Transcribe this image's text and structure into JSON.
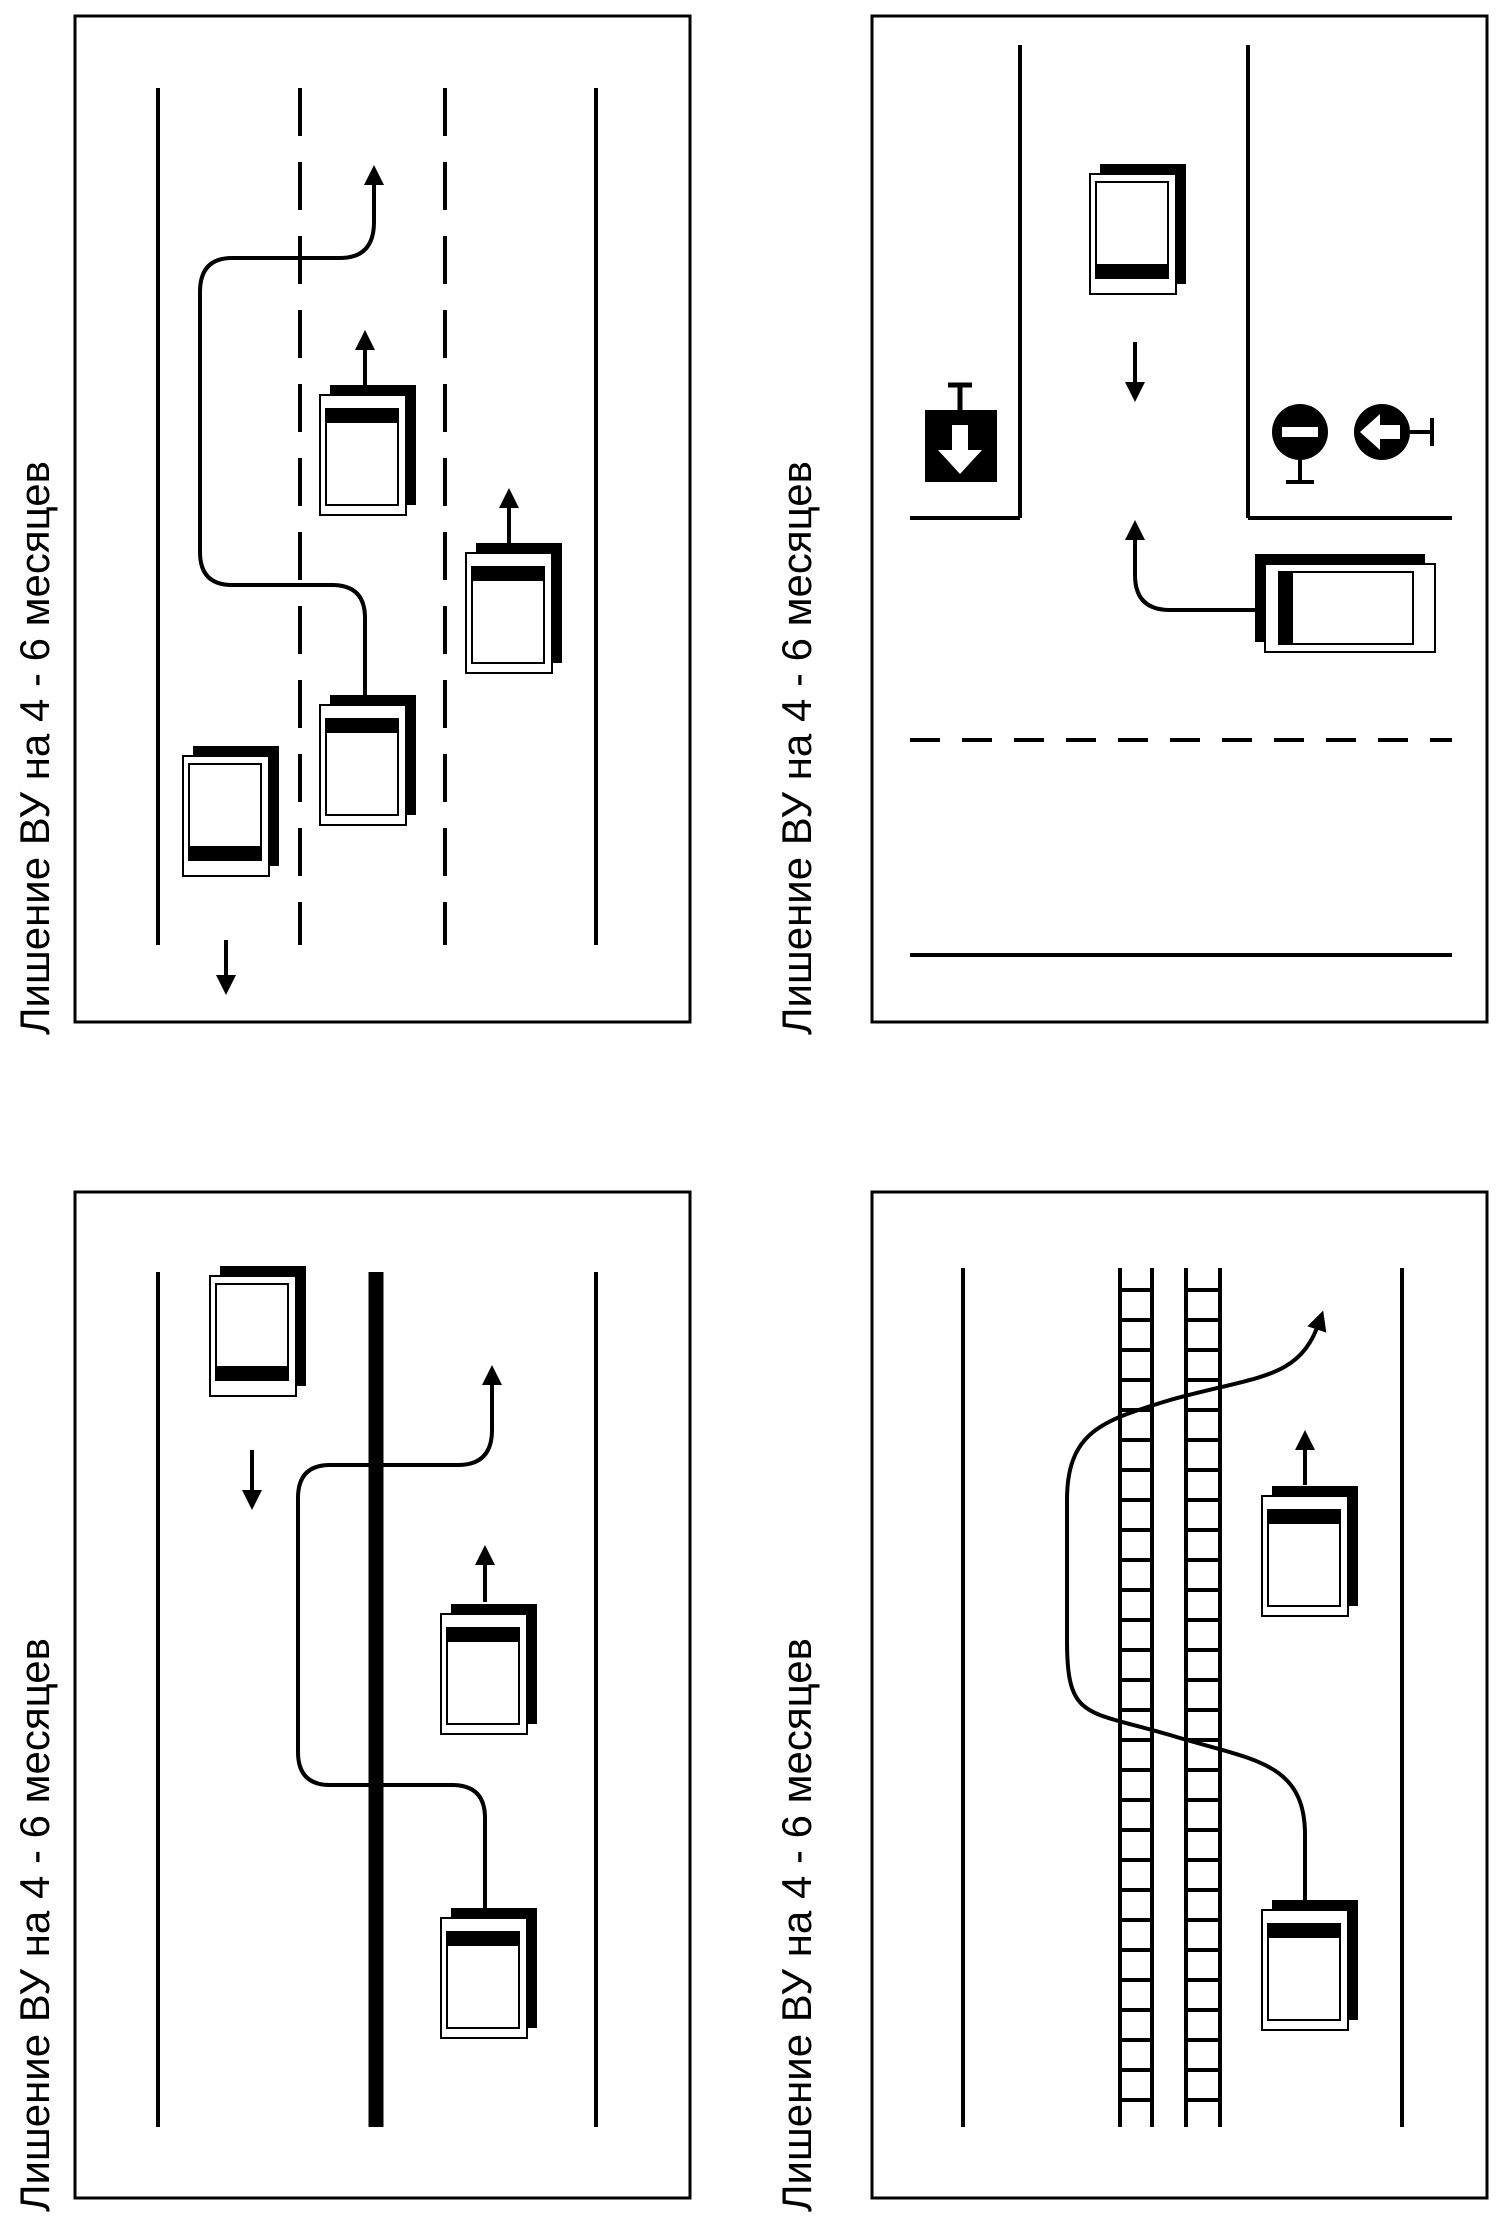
{
  "colors": {
    "ink": "#000000",
    "paper": "#ffffff"
  },
  "panels": [
    {
      "id": "lane-change-over-dashed",
      "caption": "Лишение ВУ на 4 - 6 месяцев"
    },
    {
      "id": "one-way-wrong-direction",
      "caption": "Лишение ВУ на 4 - 6 месяцев"
    },
    {
      "id": "crossing-solid-line",
      "caption": "Лишение ВУ на 4 - 6 месяцев"
    },
    {
      "id": "crossing-tram-tracks",
      "caption": "Лишение ВУ на 4 - 6 месяцев"
    }
  ],
  "icons": [
    "car-icon",
    "arrow-up-icon",
    "arrow-down-icon",
    "one-way-road-sign-icon",
    "no-entry-sign-icon",
    "left-turn-sign-icon",
    "tram-tracks-icon"
  ]
}
